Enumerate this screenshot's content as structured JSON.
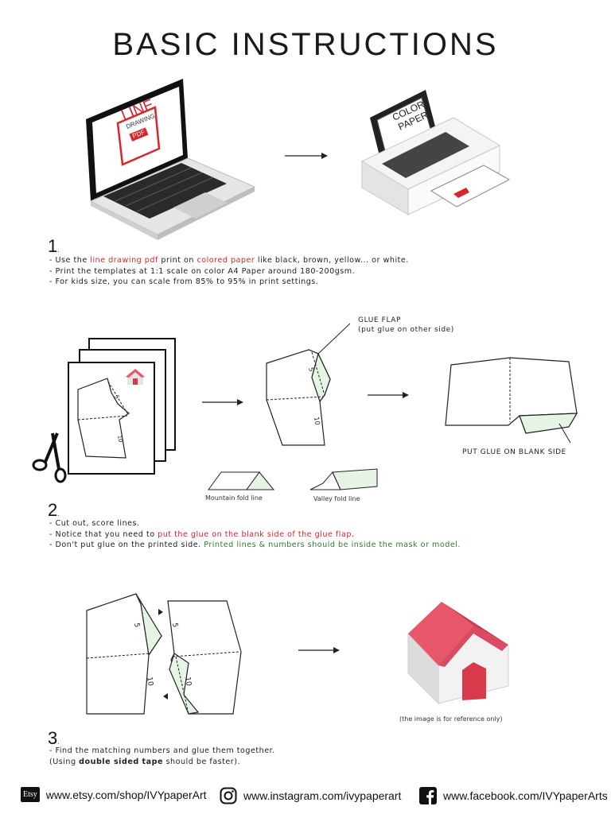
{
  "title": "BASIC INSTRUCTIONS",
  "step1": {
    "number": "1",
    "laptop_screen": {
      "line": "LINE",
      "drawing": "DRAWING",
      "pdf": "PDF"
    },
    "printer_paper": {
      "color": "COLOR",
      "paper": "PAPER"
    },
    "lines": [
      {
        "pre": "- Use the ",
        "hl1": "line drawing pdf",
        "mid": " print on ",
        "hl2": "colored paper",
        "post": " like black, brown, yellow... or white."
      },
      {
        "text": "- Print the templates at 1:1 scale on color A4 Paper around 180-200gsm."
      },
      {
        "text": "- For kids size, you can scale from 85% to 95% in print settings."
      }
    ]
  },
  "step2": {
    "number": "2",
    "glue_flap_label": "GLUE FLAP",
    "glue_flap_note": "(put glue on other side)",
    "blank_side_label": "PUT GLUE ON BLANK SIDE",
    "mountain_label": "Mountain fold line",
    "valley_label": "Valley fold line",
    "fold_numbers": {
      "a": "5",
      "b": "10"
    },
    "lines": [
      {
        "text": "- Cut out, score lines."
      },
      {
        "pre": "- Notice that you need to ",
        "hl": "put the glue on the blank side of the glue flap",
        "post": "."
      },
      {
        "pre": "- Don't put glue on the printed side. ",
        "hl": "Printed lines & numbers should be inside the mask or model."
      }
    ]
  },
  "step3": {
    "number": "3",
    "reference_note": "(the image is for reference only)",
    "lines": [
      {
        "text": "- Find the matching numbers and glue them together."
      },
      {
        "pre": " (Using ",
        "bold": "double sided tape",
        "post": " should be faster)."
      }
    ]
  },
  "footer": {
    "etsy_icon": "Etsy",
    "etsy": "www.etsy.com/shop/IVYpaperArt",
    "instagram": "www.instagram.com/ivypaperart",
    "facebook": "www.facebook.com/IVYpaperArts"
  },
  "colors": {
    "accent_red": "#d9262c",
    "glue_green": "#e6f4e6",
    "house_roof": "#e8566a",
    "house_door": "#d83a4c"
  }
}
